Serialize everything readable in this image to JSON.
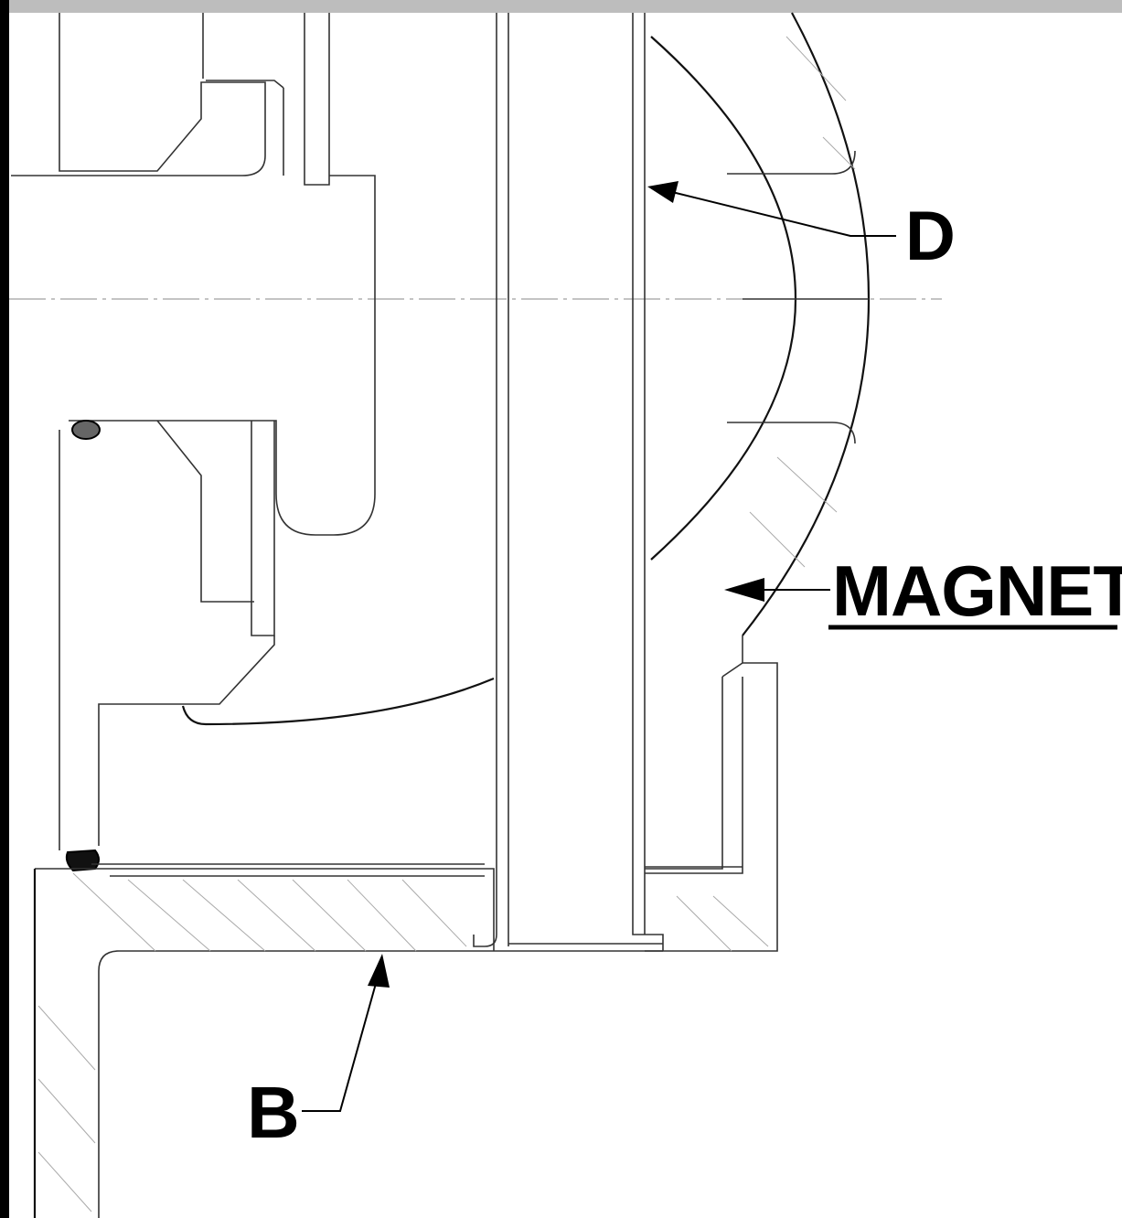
{
  "labels": {
    "d": "D",
    "magnet": "MAGNET",
    "b": "B"
  },
  "colors": {
    "line": "#000000",
    "background": "#ffffff",
    "hatch": "#aaaaaa"
  }
}
